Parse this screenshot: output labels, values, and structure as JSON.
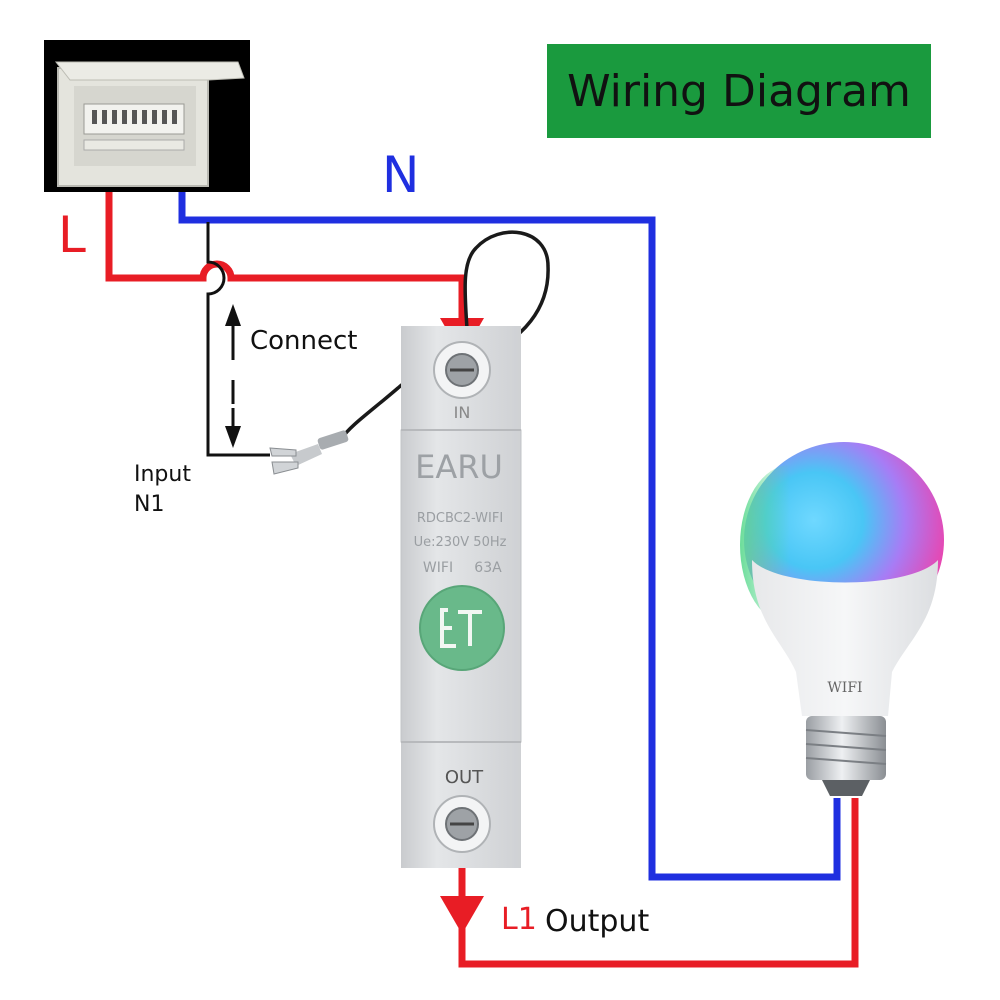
{
  "title": "Wiring Diagram",
  "labels": {
    "neutral": "N",
    "live": "L",
    "connect": "Connect",
    "input_line1": "Input",
    "input_line2": "N1",
    "output_line": "L1",
    "output": "Output"
  },
  "device": {
    "brand": "EARU",
    "model": "RDCBC2-WIFI",
    "rating": "Ue:230V 50Hz",
    "wifi": "WIFI",
    "current": "63A",
    "in_label": "IN",
    "out_label": "OUT"
  },
  "bulb": {
    "label": "WIFI"
  },
  "colors": {
    "title_bg": "#1a9a3e",
    "neutral_wire": "#1f2fe0",
    "live_wire": "#e81d25",
    "jumper_wire": "#1a1a1a"
  }
}
